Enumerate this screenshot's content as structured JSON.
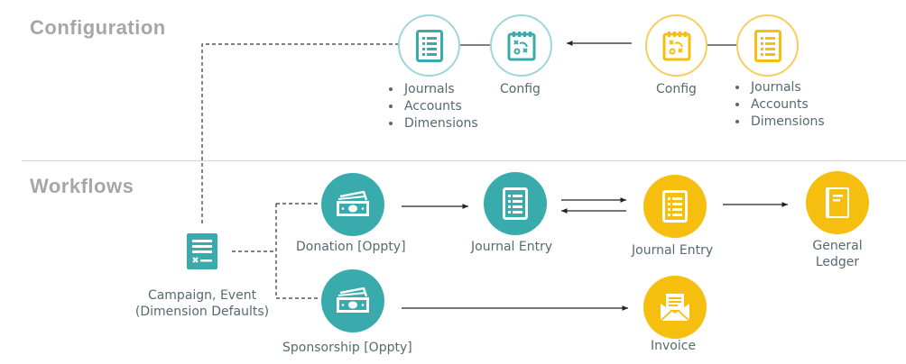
{
  "sections": {
    "configuration": "Configuration",
    "workflows": "Workflows"
  },
  "configuration": {
    "teal_list": [
      "Journals",
      "Accounts",
      "Dimensions"
    ],
    "teal_config_label": "Config",
    "gold_config_label": "Config",
    "gold_list": [
      "Journals",
      "Accounts",
      "Dimensions"
    ]
  },
  "workflows": {
    "campaign_label_line1": "Campaign, Event",
    "campaign_label_line2": "(Dimension Defaults)",
    "donation_label": "Donation [Oppty]",
    "sponsorship_label": "Sponsorship [Oppty]",
    "journal_entry_teal_label": "Journal Entry",
    "journal_entry_gold_label": "Journal Entry",
    "general_ledger_line1": "General",
    "general_ledger_line2": "Ledger",
    "invoice_label": "Invoice"
  },
  "colors": {
    "teal": "#3aabad",
    "gold": "#f6bf10",
    "teal_ring": "#9fd6d7",
    "gold_ring": "#f6cf5a",
    "section_title": "#a6a6a6"
  },
  "icons": {
    "journal": "list-document-icon",
    "config": "strategy-board-icon",
    "campaign": "form-document-icon",
    "money": "cash-bills-icon",
    "ledger": "book-icon",
    "invoice": "envelope-letter-icon"
  }
}
